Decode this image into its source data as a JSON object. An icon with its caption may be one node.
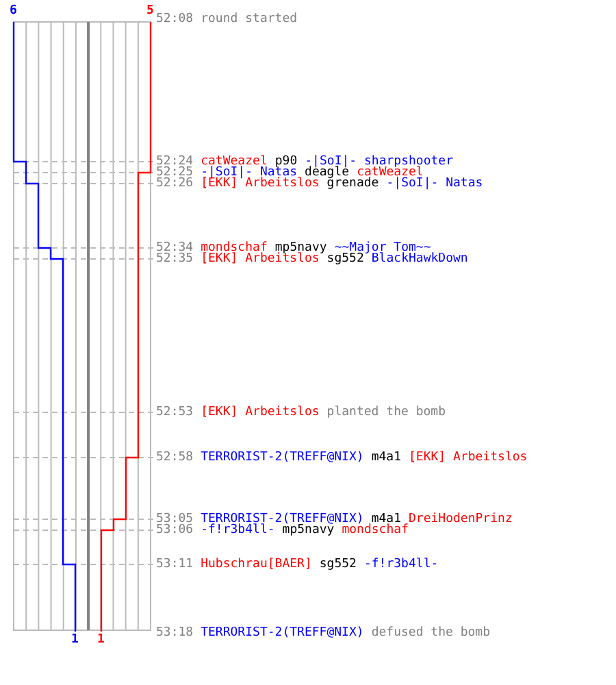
{
  "diagram": {
    "labels": [
      "6",
      "5",
      "52:08",
      "round started",
      "52:24",
      "catWeazel",
      "p90",
      "-|SoI|- sharpshooter",
      "52:25",
      "-|SoI|- Natas",
      "deagle",
      "catWeazel",
      "52:26",
      "[EKK] Arbeitslos",
      "grenade",
      "-|SoI|- Natas",
      "52:34",
      "mondschaf",
      "mp5navy",
      "~~Major Tom~~",
      "52:35",
      "[EKK] Arbeitslos",
      "sg552",
      "BlackHawkDown",
      "52:53",
      "[EKK] Arbeitslos",
      "planted the bomb",
      "52:58",
      "TERRORIST-2(TREFF@NIX)",
      "m4a1",
      "[EKK] Arbeitslos",
      "53:05",
      "TERRORIST-2(TREFF@NIX)",
      "m4a1",
      "DreiHodenPrinz",
      "53:06",
      "-f!r3b4ll-",
      "mp5navy",
      "mondschaf",
      "53:11",
      "Hubschrau[BAER]",
      "sg552",
      "-f!r3b4ll-",
      "53:18",
      "TERRORIST-2(TREFF@NIX)",
      "defused the bomb",
      "1",
      "1"
    ]
  }
}
